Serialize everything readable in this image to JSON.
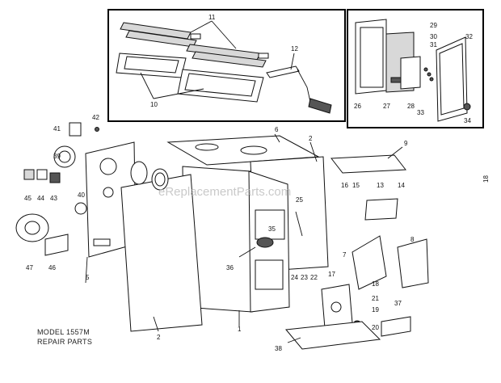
{
  "diagram": {
    "caption_model": "MODEL 1557M",
    "caption_parts": "REPAIR PARTS",
    "watermark": "eReplacementParts.com",
    "page_number": "18",
    "labels": [
      "1",
      "2",
      "2",
      "5",
      "6",
      "7",
      "8",
      "9",
      "10",
      "11",
      "12",
      "13",
      "14",
      "15",
      "16",
      "17",
      "18",
      "19",
      "20",
      "21",
      "22",
      "23",
      "24",
      "25",
      "26",
      "27",
      "28",
      "29",
      "30",
      "31",
      "32",
      "33",
      "34",
      "35",
      "36",
      "37",
      "38",
      "39",
      "40",
      "41",
      "42",
      "43",
      "44",
      "45",
      "46",
      "47"
    ]
  }
}
